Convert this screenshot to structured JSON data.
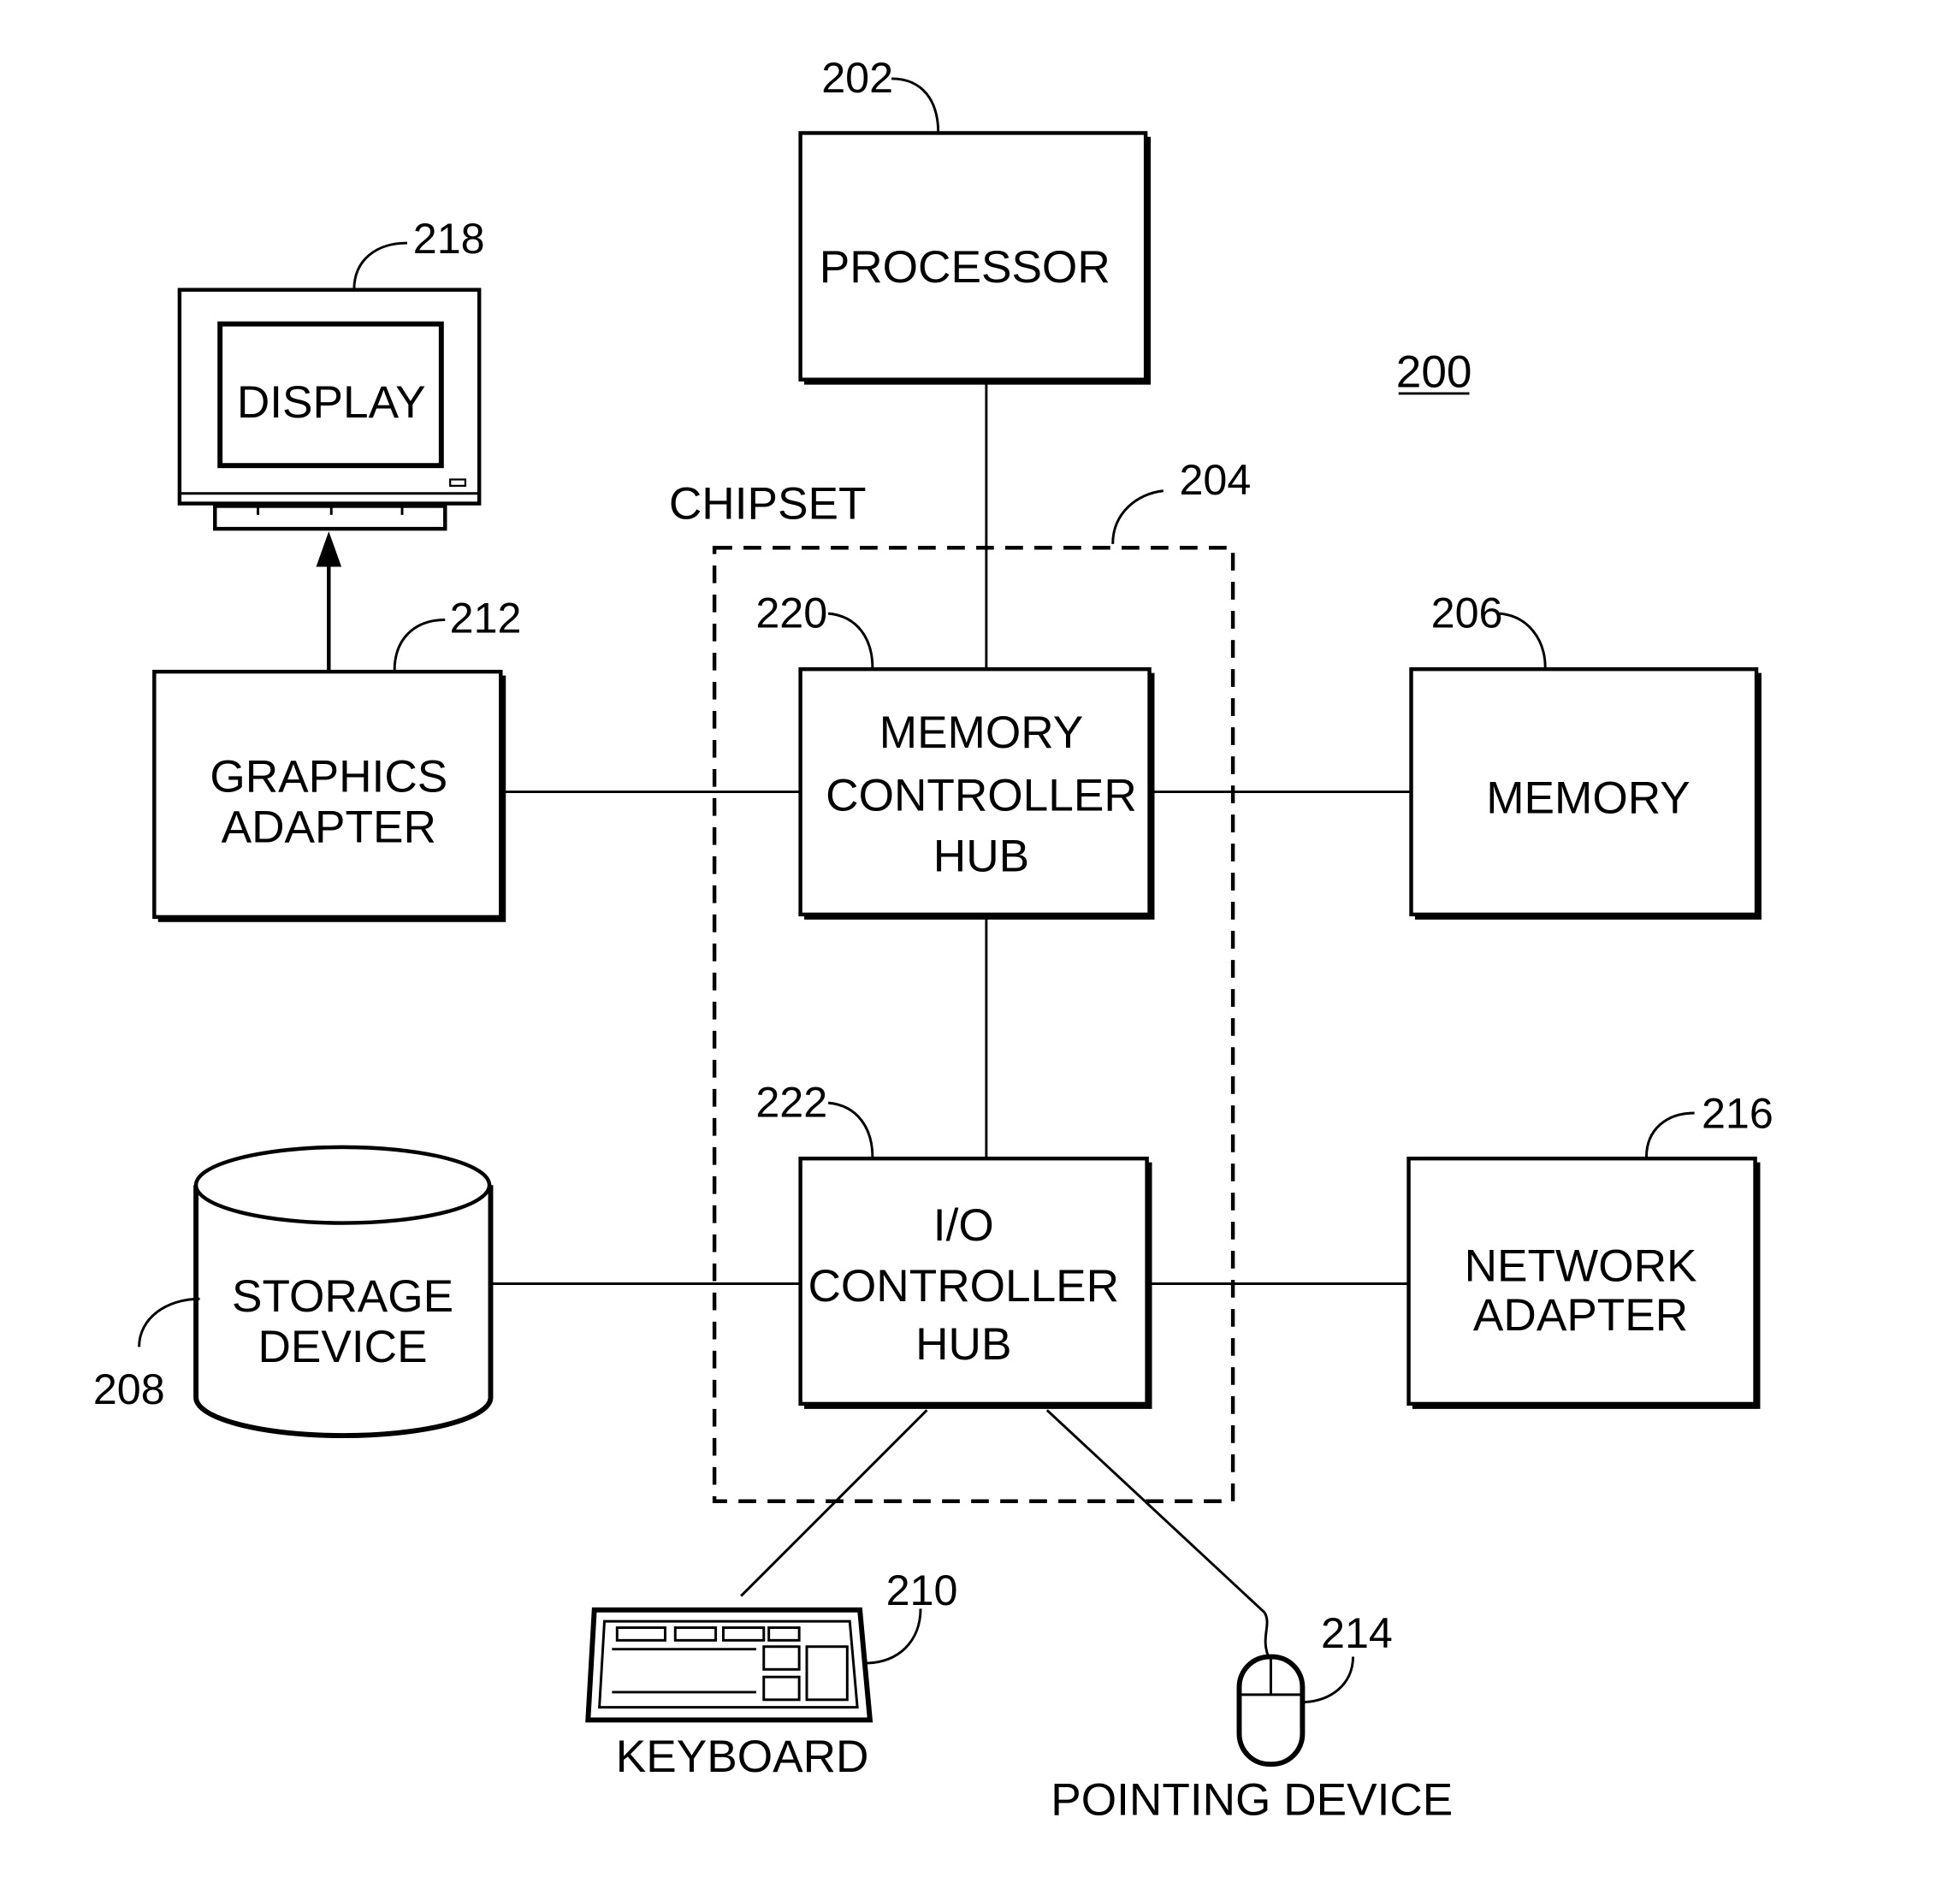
{
  "figure_number": "200",
  "chipset": {
    "label": "CHIPSET",
    "ref": "204"
  },
  "processor": {
    "label": "PROCESSOR",
    "ref": "202"
  },
  "display": {
    "label": "DISPLAY",
    "ref": "218"
  },
  "graphics_adapter": {
    "lines": [
      "GRAPHICS",
      "ADAPTER"
    ],
    "ref": "212"
  },
  "memory_controller_hub": {
    "lines": [
      "MEMORY",
      "CONTROLLER",
      "HUB"
    ],
    "ref": "220"
  },
  "memory": {
    "label": "MEMORY",
    "ref": "206"
  },
  "io_controller_hub": {
    "lines": [
      "I/O",
      "CONTROLLER",
      "HUB"
    ],
    "ref": "222"
  },
  "storage_device": {
    "lines": [
      "STORAGE",
      "DEVICE"
    ],
    "ref": "208"
  },
  "network_adapter": {
    "lines": [
      "NETWORK",
      "ADAPTER"
    ],
    "ref": "216"
  },
  "keyboard": {
    "label": "KEYBOARD",
    "ref": "210"
  },
  "pointing_device": {
    "label": "POINTING DEVICE",
    "ref": "214"
  }
}
